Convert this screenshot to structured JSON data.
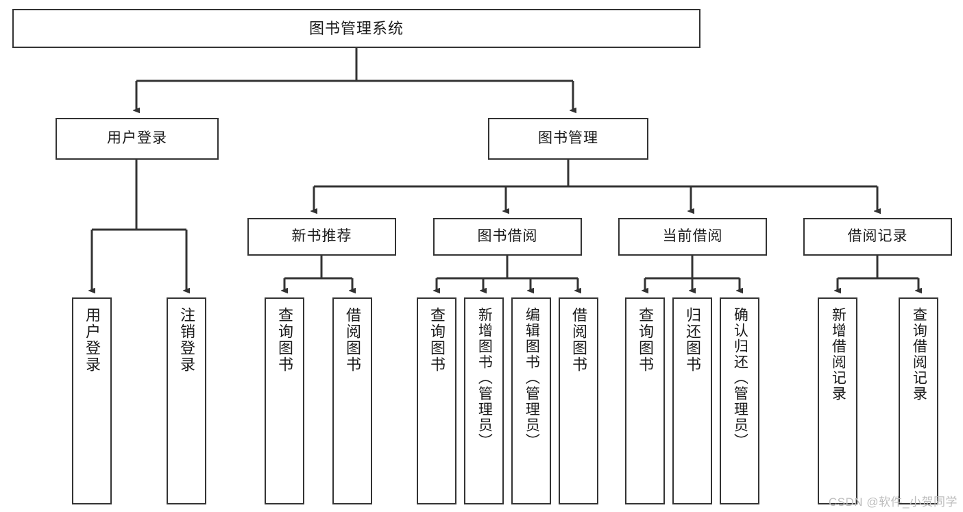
{
  "diagram": {
    "type": "tree-hierarchy",
    "title": "图书管理系统",
    "root": {
      "label": "图书管理系统"
    },
    "level1": [
      {
        "id": "user-login",
        "label": "用户登录"
      },
      {
        "id": "book-management",
        "label": "图书管理"
      }
    ],
    "level2": [
      {
        "id": "new-book-recommend",
        "label": "新书推荐",
        "parent": "book-management"
      },
      {
        "id": "book-borrow",
        "label": "图书借阅",
        "parent": "book-management"
      },
      {
        "id": "current-borrow",
        "label": "当前借阅",
        "parent": "book-management"
      },
      {
        "id": "borrow-record",
        "label": "借阅记录",
        "parent": "book-management"
      }
    ],
    "leaves": [
      {
        "id": "leaf-user-login",
        "label": "用户登录",
        "parent": "user-login"
      },
      {
        "id": "leaf-logout-login",
        "label": "注销登录",
        "parent": "user-login"
      },
      {
        "id": "leaf-query-book-1",
        "label": "查询图书",
        "parent": "new-book-recommend"
      },
      {
        "id": "leaf-borrow-book-1",
        "label": "借阅图书",
        "parent": "new-book-recommend"
      },
      {
        "id": "leaf-query-book-2",
        "label": "查询图书",
        "parent": "book-borrow"
      },
      {
        "id": "leaf-add-book",
        "label": "新增图书（管理员）",
        "parent": "book-borrow"
      },
      {
        "id": "leaf-edit-book",
        "label": "编辑图书（管理员）",
        "parent": "book-borrow"
      },
      {
        "id": "leaf-borrow-book-2",
        "label": "借阅图书",
        "parent": "book-borrow"
      },
      {
        "id": "leaf-query-book-3",
        "label": "查询图书",
        "parent": "current-borrow"
      },
      {
        "id": "leaf-return-book",
        "label": "归还图书",
        "parent": "current-borrow"
      },
      {
        "id": "leaf-confirm-return",
        "label": "确认归还（管理员）",
        "parent": "current-borrow"
      },
      {
        "id": "leaf-add-record",
        "label": "新增借阅记录",
        "parent": "borrow-record"
      },
      {
        "id": "leaf-query-record",
        "label": "查询借阅记录",
        "parent": "borrow-record"
      }
    ],
    "colors": {
      "stroke": "#333333",
      "box_fill": "#ffffff",
      "text": "#1a1a1a",
      "watermark": "#bdbdbd"
    }
  },
  "watermark": {
    "text": "CSDN @软件_小贺同学"
  }
}
